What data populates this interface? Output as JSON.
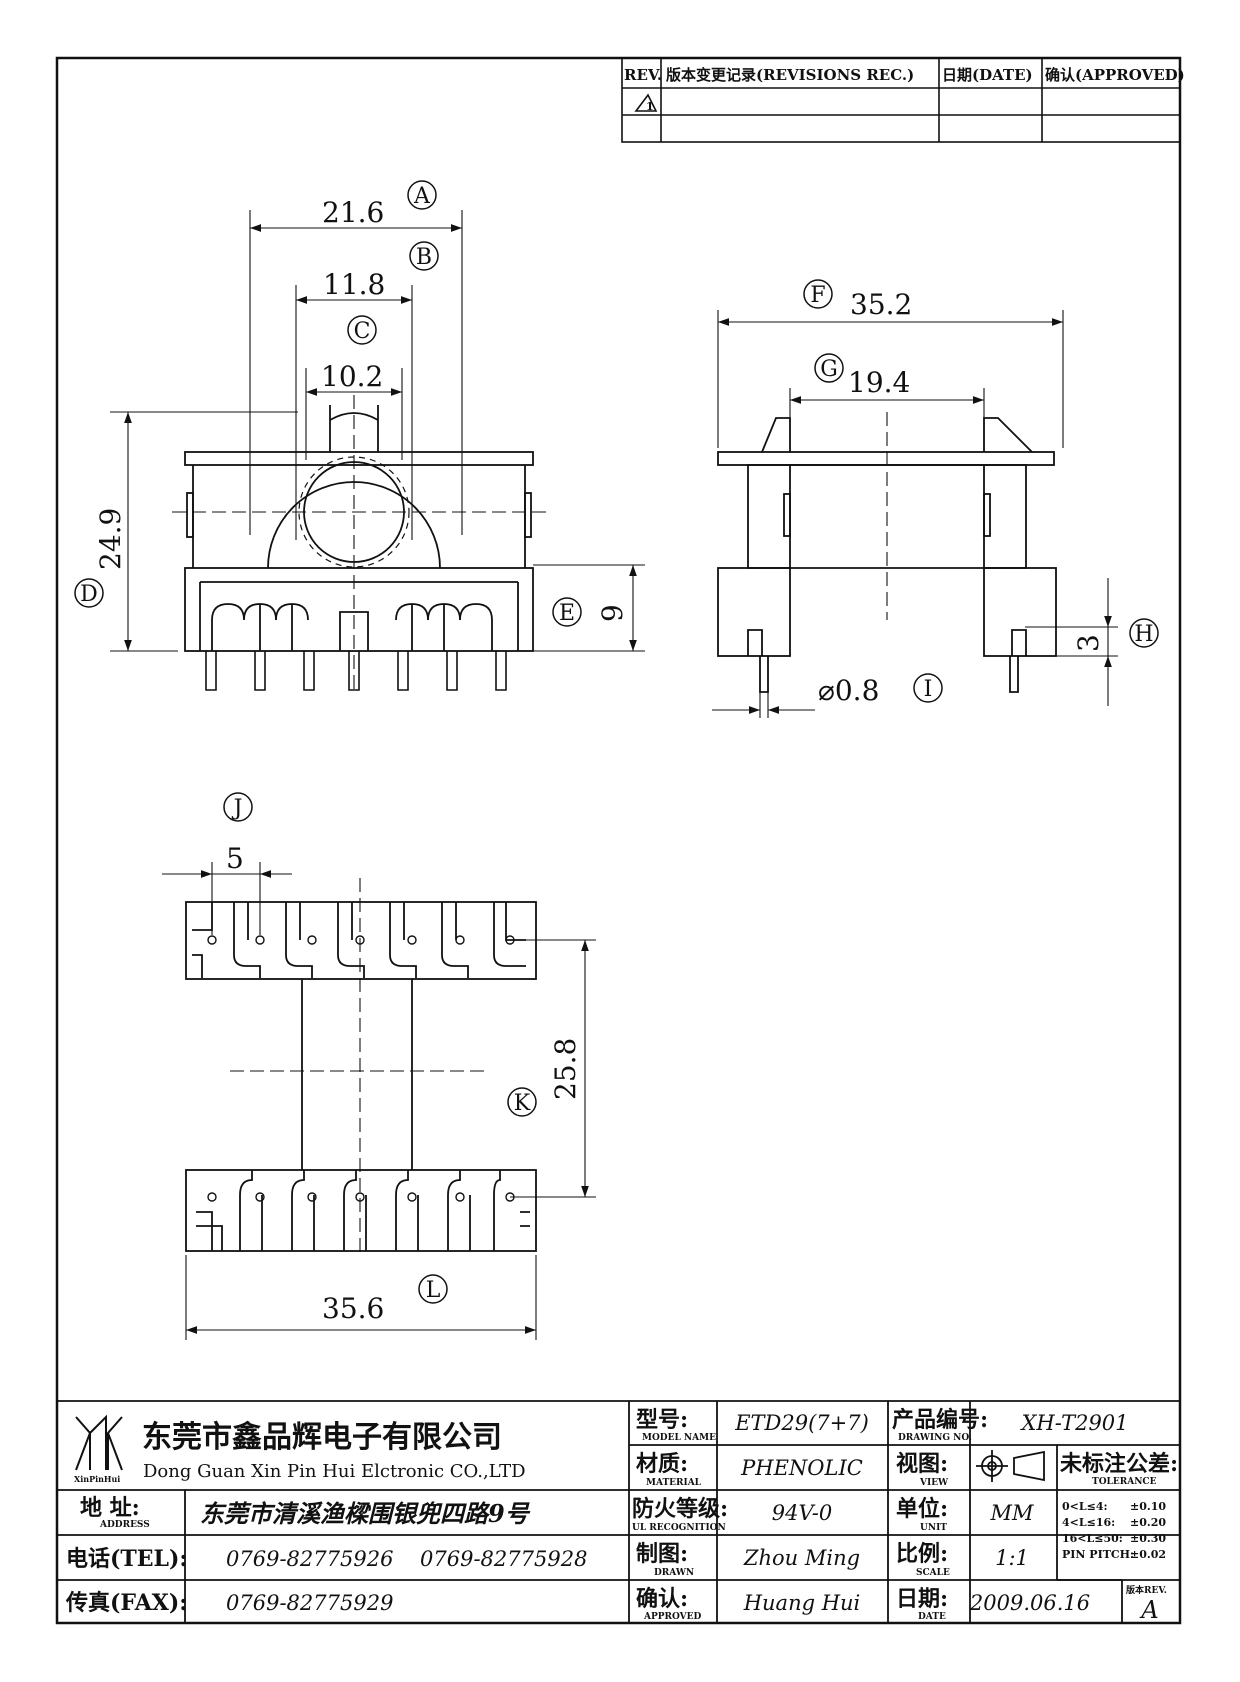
{
  "revision_table": {
    "headers": [
      "REV.",
      "版本变更记录(REVISIONS REC.)",
      "日期(DATE)",
      "确认(APPROVED)"
    ],
    "first_rev": "1"
  },
  "dimensions": {
    "A": {
      "letter": "A",
      "value": "21.6"
    },
    "B": {
      "letter": "B",
      "value": "11.8"
    },
    "C": {
      "letter": "C",
      "value": "10.2"
    },
    "D": {
      "letter": "D",
      "value": "24.9"
    },
    "E": {
      "letter": "E",
      "value": "9"
    },
    "F": {
      "letter": "F",
      "value": "35.2"
    },
    "G": {
      "letter": "G",
      "value": "19.4"
    },
    "H": {
      "letter": "H",
      "value": "3"
    },
    "I": {
      "letter": "I",
      "value": "⌀0.8"
    },
    "J": {
      "letter": "J",
      "value": "5"
    },
    "K": {
      "letter": "K",
      "value": "25.8"
    },
    "L": {
      "letter": "L",
      "value": "35.6"
    }
  },
  "title_block": {
    "logo_text": "XinPinHui",
    "company_cn": "东莞市鑫品辉电子有限公司",
    "company_en": "Dong Guan Xin Pin Hui Elctronic CO.,LTD",
    "address_label": "地 址:",
    "address_sub": "ADDRESS",
    "address": "东莞市清溪渔樑围银兜四路9号",
    "tel_label": "电话(TEL):",
    "tel1": "0769-82775926",
    "tel2": "0769-82775928",
    "fax_label": "传真(FAX):",
    "fax": "0769-82775929",
    "model_label": "型号:",
    "model_sub": "MODEL NAME",
    "model": "ETD29(7+7)",
    "material_label": "材质:",
    "material_sub": "MATERIAL",
    "material": "PHENOLIC",
    "fire_label": "防火等级:",
    "fire_sub": "UL RECOGNITION",
    "fire": "94V-0",
    "drawn_label": "制图:",
    "drawn_sub": "DRAWN",
    "drawn": "Zhou Ming",
    "approved_label": "确认:",
    "approved_sub": "APPROVED",
    "approved": "Huang Hui",
    "drawing_no_label": "产品编号:",
    "drawing_no_sub": "DRAWING NO.",
    "drawing_no": "XH-T2901",
    "view_label": "视图:",
    "view_sub": "VIEW",
    "unit_label": "单位:",
    "unit_sub": "UNIT",
    "unit": "MM",
    "scale_label": "比例:",
    "scale_sub": "SCALE",
    "scale": "1:1",
    "date_label": "日期:",
    "date_sub": "DATE",
    "date": "2009.06.16",
    "tolerance_label": "未标注公差:",
    "tolerance_sub": "TOLERANCE",
    "tolerances": [
      {
        "range": "0<L≤4:",
        "value": "±0.10"
      },
      {
        "range": "4<L≤16:",
        "value": "±0.20"
      },
      {
        "range": "16<L≤50:",
        "value": "±0.30"
      },
      {
        "range": "PIN PITCH:",
        "value": "±0.02"
      }
    ],
    "rev_label": "版本REV.",
    "rev": "A"
  }
}
